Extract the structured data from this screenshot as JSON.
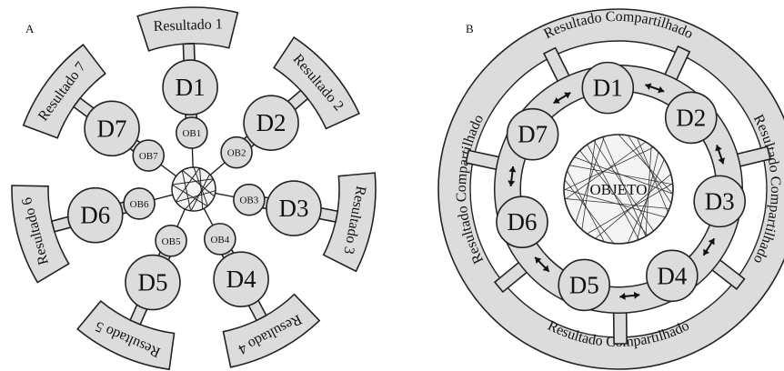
{
  "panels": {
    "a": {
      "letter": "A",
      "nodes": [
        {
          "d": "D1",
          "ob": "OB1",
          "result": "Resultado 1"
        },
        {
          "d": "D2",
          "ob": "OB2",
          "result": "Resultado 2"
        },
        {
          "d": "D3",
          "ob": "OB3",
          "result": "Resultado 3"
        },
        {
          "d": "D4",
          "ob": "OB4",
          "result": "Resultado 4"
        },
        {
          "d": "D5",
          "ob": "OB5",
          "result": "Resultado 5"
        },
        {
          "d": "D6",
          "ob": "OB6",
          "result": "Resultado 6"
        },
        {
          "d": "D7",
          "ob": "OB7",
          "result": "Resultado 7"
        }
      ]
    },
    "b": {
      "letter": "B",
      "object_label": "OBJETO",
      "shared_label": "Resultado Compartilhado",
      "nodes": [
        "D1",
        "D2",
        "D3",
        "D4",
        "D5",
        "D6",
        "D7"
      ]
    }
  }
}
